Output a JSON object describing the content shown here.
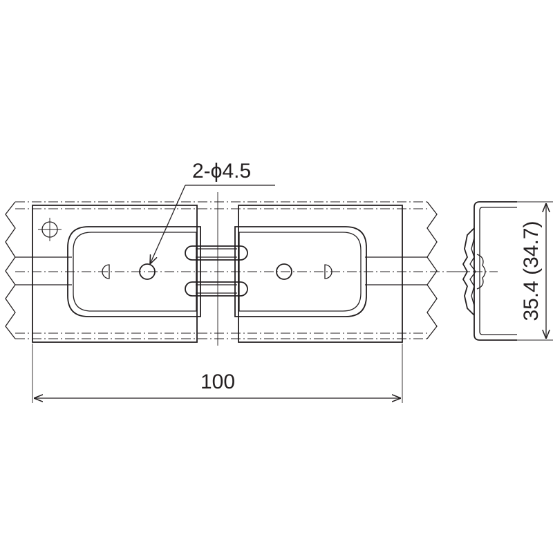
{
  "drawing": {
    "hole_callout": "2-ϕ4.5",
    "width_dimension": "100",
    "height_dimension": "35.4 (34.7)"
  },
  "colors": {
    "line": "#231f20",
    "background": "#ffffff"
  }
}
